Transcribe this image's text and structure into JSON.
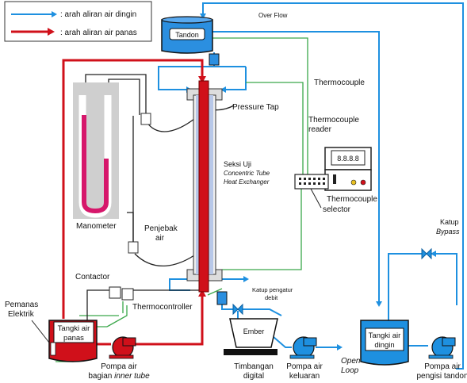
{
  "legend": {
    "cold_label": ": arah aliran air dingin",
    "hot_label": ": arah aliran air panas",
    "cold_color": "#1e90e0",
    "hot_color": "#d0101a"
  },
  "labels": {
    "tandon": "Tandon",
    "overflow": "Over Flow",
    "thermocouple": "Thermocouple",
    "pressure_tap": "Pressure Tap",
    "tc_reader_1": "Thermocouple",
    "tc_reader_2": "reader",
    "seksi_1": "Seksi Uji",
    "seksi_2": "Concentric Tube",
    "seksi_3": "Heat Exchanger",
    "tc_selector_1": "Thermocouple",
    "tc_selector_2": "selector",
    "manometer": "Manometer",
    "penjebak_1": "Penjebak",
    "penjebak_2": "air",
    "katup_bypass_1": "Katup",
    "katup_bypass_2": "Bypass",
    "contactor": "Contactor",
    "katup_debit_1": "Katup pengatur",
    "katup_debit_2": "debit",
    "thermocontroller": "Thermocontroller",
    "pemanas_1": "Pemanas",
    "pemanas_2": "Elektrik",
    "tangki_panas_1": "Tangki air",
    "tangki_panas_2": "panas",
    "ember": "Ember",
    "tangki_dingin_1": "Tangki air",
    "tangki_dingin_2": "dingin",
    "pompa_inner_1": "Pompa air",
    "pompa_inner_2a": "bagian ",
    "pompa_inner_2b": "inner tube",
    "timbangan_1": "Timbangan",
    "timbangan_2": "digital",
    "pompa_keluaran_1": "Pompa air",
    "pompa_keluaran_2": "keluaran",
    "open_loop_1": "Open",
    "open_loop_2": "Loop",
    "pompa_pengisi_1": "Pompa air",
    "pompa_pengisi_2": "pengisi tandon",
    "reader_display": "8.8.8.8"
  }
}
